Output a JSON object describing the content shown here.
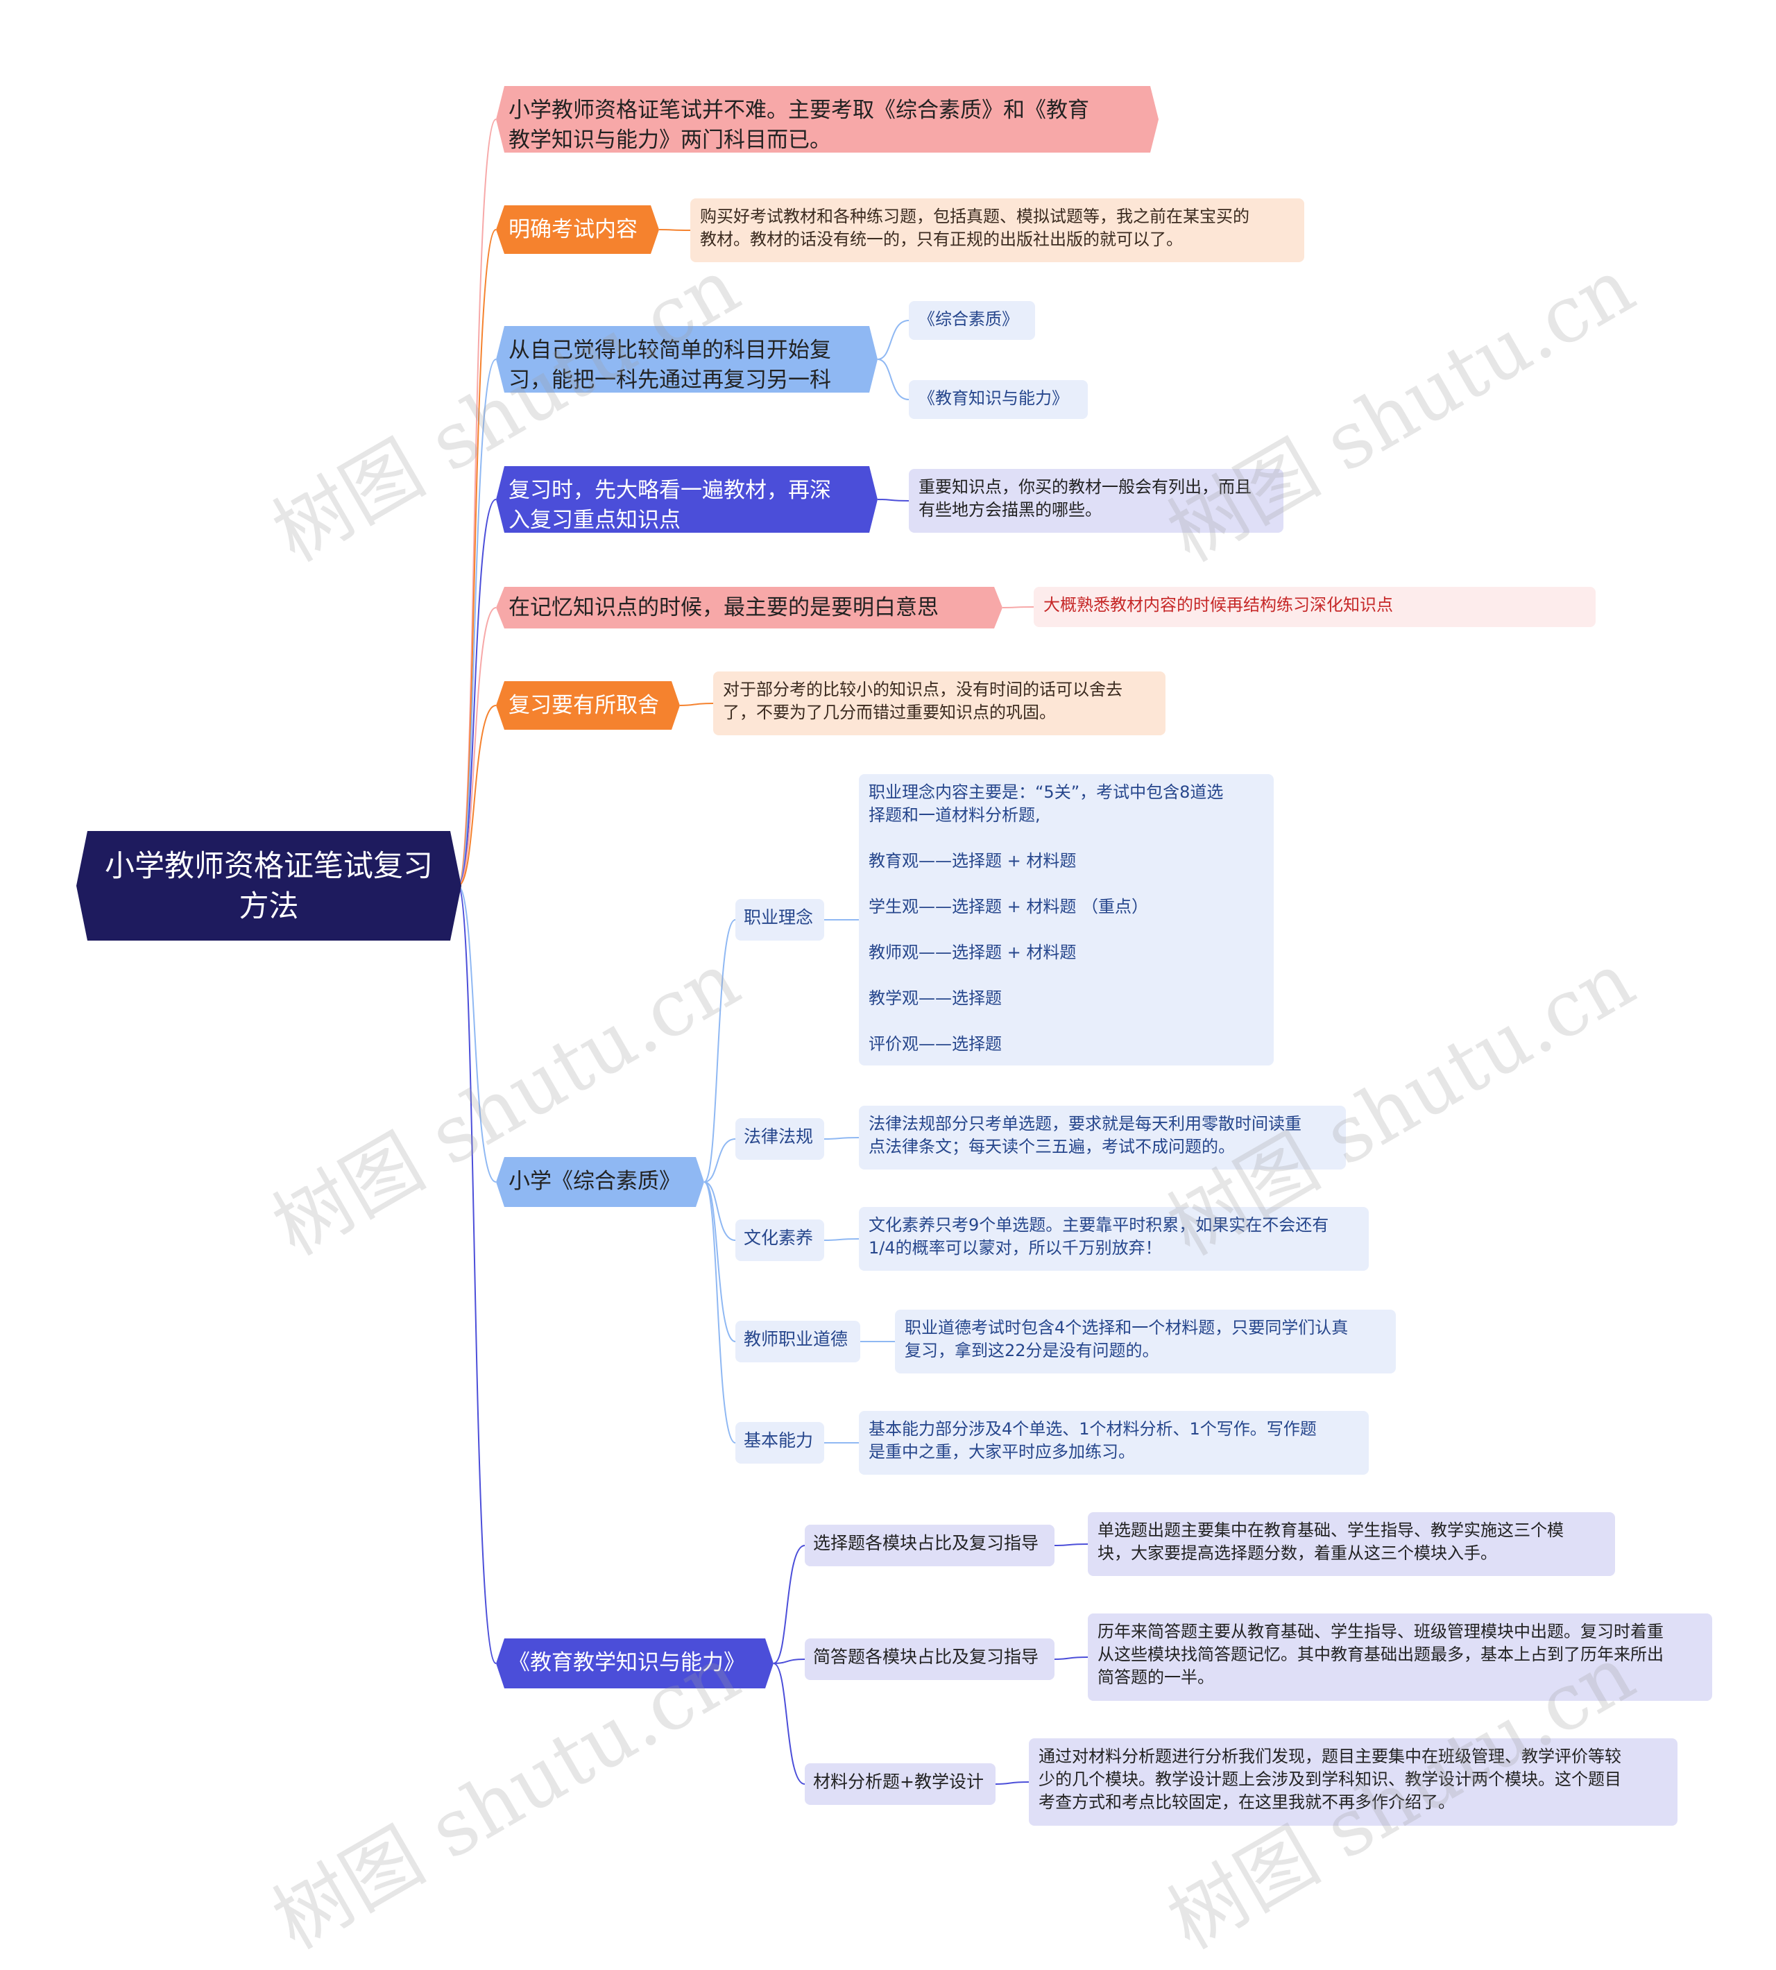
{
  "colors": {
    "root_bg": "#1e1b5e",
    "pink": "#f7a8a8",
    "orange": "#f5822e",
    "light_blue": "#8fb8f3",
    "indigo": "#4b4ed9",
    "leaf_orange_bg": "#fde6d6",
    "leaf_blue_bg": "#e8eefb",
    "leaf_indigo_bg": "#dfdff7",
    "leaf_pink_bg": "#fdecec",
    "leaf_red_text": "#c62828",
    "blue_text": "#26468c"
  },
  "root": {
    "label": "小学教师资格证笔试复习\n方法"
  },
  "branches": [
    {
      "label": "小学教师资格证笔试并不难。主要考取《综合素质》和《教育\n教学知识与能力》两门科目而已。"
    },
    {
      "label": "明确考试内容",
      "leaf": "购买好考试教材和各种练习题，包括真题、模拟试题等，我之前在某宝买的\n教材。教材的话没有统一的，只有正规的出版社出版的就可以了。"
    },
    {
      "label": "从自己觉得比较简单的科目开始复\n习，能把一科先通过再复习另一科",
      "leaves": [
        "《综合素质》",
        "《教育知识与能力》"
      ]
    },
    {
      "label": "复习时，先大略看一遍教材，再深\n入复习重点知识点",
      "leaf": "重要知识点，你买的教材一般会有列出，而且\n有些地方会描黑的哪些。"
    },
    {
      "label": "在记忆知识点的时候，最主要的是要明白意思",
      "leaf": "大概熟悉教材内容的时候再结构练习深化知识点"
    },
    {
      "label": "复习要有所取舍",
      "leaf": "对于部分考的比较小的知识点，没有时间的话可以舍去\n了，不要为了几分而错过重要知识点的巩固。"
    },
    {
      "label": "小学《综合素质》",
      "children": [
        {
          "label": "职业理念",
          "leaf": "职业理念内容主要是：“5关”，考试中包含8道选\n择题和一道材料分析题,\n\n教育观——选择题 + 材料题\n\n学生观——选择题 + 材料题 （重点）\n\n教师观——选择题 + 材料题\n\n教学观——选择题\n\n评价观——选择题"
        },
        {
          "label": "法律法规",
          "leaf": "法律法规部分只考单选题，要求就是每天利用零散时间读重\n点法律条文；每天读个三五遍，考试不成问题的。"
        },
        {
          "label": "文化素养",
          "leaf": "文化素养只考9个单选题。主要靠平时积累，如果实在不会还有\n1/4的概率可以蒙对，所以千万别放弃！"
        },
        {
          "label": "教师职业道德",
          "leaf": "职业道德考试时包含4个选择和一个材料题，只要同学们认真\n复习，拿到这22分是没有问题的。"
        },
        {
          "label": "基本能力",
          "leaf": "基本能力部分涉及4个单选、1个材料分析、1个写作。写作题\n是重中之重，大家平时应多加练习。"
        }
      ]
    },
    {
      "label": "《教育教学知识与能力》",
      "children": [
        {
          "label": "选择题各模块占比及复习指导",
          "leaf": "单选题出题主要集中在教育基础、学生指导、教学实施这三个模\n块，大家要提高选择题分数，着重从这三个模块入手。"
        },
        {
          "label": "简答题各模块占比及复习指导",
          "leaf": "历年来简答题主要从教育基础、学生指导、班级管理模块中出题。复习时着重\n从这些模块找简答题记忆。其中教育基础出题最多，基本上占到了历年来所出\n简答题的一半。"
        },
        {
          "label": "材料分析题+教学设计",
          "leaf": "通过对材料分析题进行分析我们发现，题目主要集中在班级管理、教学评价等较\n少的几个模块。教学设计题上会涉及到学科知识、教学设计两个模块。这个题目\n考查方式和考点比较固定，在这里我就不再多作介绍了。"
        }
      ]
    }
  ],
  "watermark": "树图 shutu.cn"
}
